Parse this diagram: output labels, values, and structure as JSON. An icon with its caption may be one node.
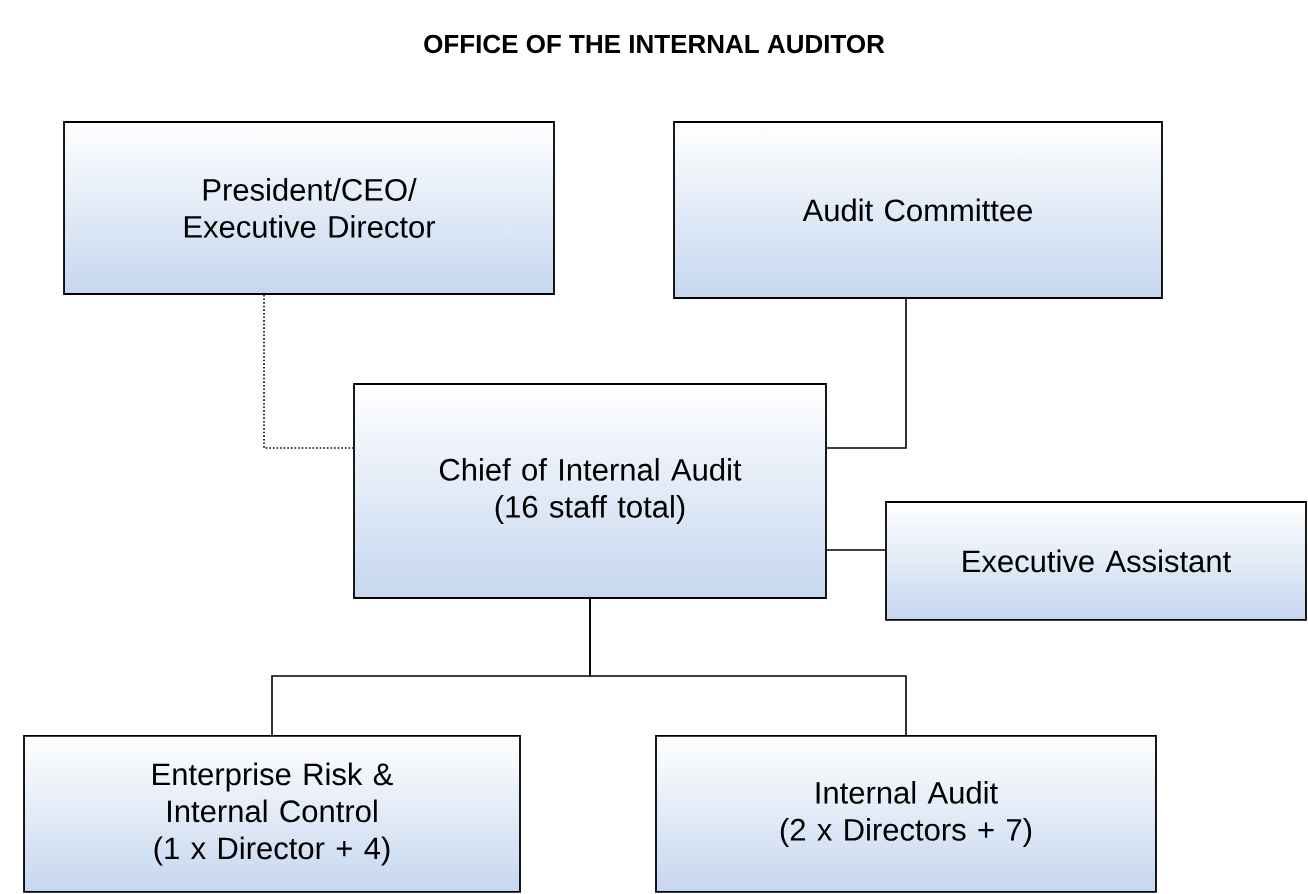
{
  "diagram": {
    "title": "OFFICE OF THE INTERNAL AUDITOR",
    "nodes": [
      {
        "text": [
          "President/CEO/ Executive Director"
        ]
      },
      {
        "text": [
          "Audit Committee"
        ]
      },
      {
        "text": [
          "Chief of Internal Audit",
          "(16 staff total)"
        ]
      },
      {
        "text": [
          "Executive Assistant"
        ]
      },
      {
        "text": [
          "Enterprise Risk & Internal Control",
          "(1 x Director + 4)"
        ]
      },
      {
        "text": [
          "Internal Audit",
          "(2 x Directors + 7)"
        ]
      }
    ],
    "edges": [
      {
        "from": 0,
        "to": 2,
        "arrow": "none",
        "style": "dashed"
      },
      {
        "from": 1,
        "to": 2,
        "arrow": "none"
      },
      {
        "from": 2,
        "to": 3,
        "arrow": "none"
      },
      {
        "from": 2,
        "to": 4,
        "arrow": "none"
      },
      {
        "from": 2,
        "to": 5,
        "arrow": "none"
      }
    ]
  }
}
